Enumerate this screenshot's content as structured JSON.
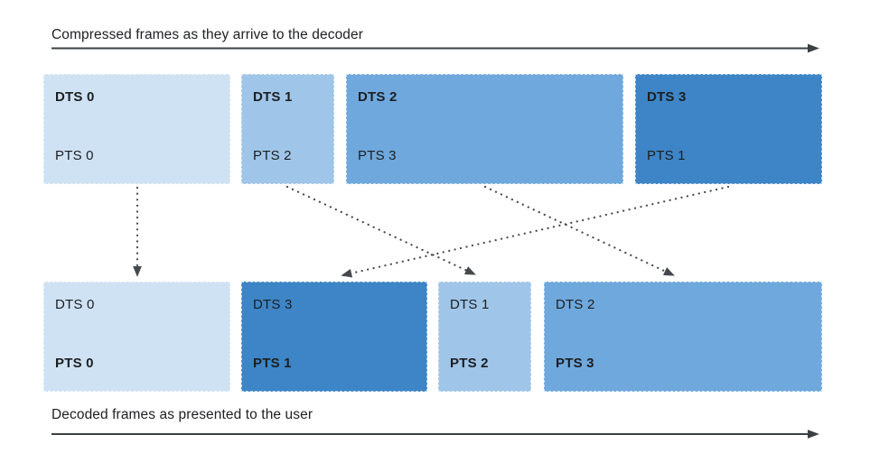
{
  "diagram": {
    "top_axis": {
      "label": "Compressed frames as they arrive to the decoder"
    },
    "bottom_axis": {
      "label": "Decoded frames as presented to the user"
    },
    "top_row": {
      "frames": [
        {
          "dts": "DTS 0",
          "pts": "PTS 0",
          "color": "#cfe2f3"
        },
        {
          "dts": "DTS 1",
          "pts": "PTS 2",
          "color": "#9fc5e8"
        },
        {
          "dts": "DTS 2",
          "pts": "PTS 3",
          "color": "#6fa8dc"
        },
        {
          "dts": "DTS 3",
          "pts": "PTS 1",
          "color": "#3d85c6"
        }
      ]
    },
    "bottom_row": {
      "frames": [
        {
          "dts": "DTS 0",
          "pts": "PTS 0",
          "color": "#cfe2f3"
        },
        {
          "dts": "DTS 3",
          "pts": "PTS 1",
          "color": "#3d85c6"
        },
        {
          "dts": "DTS 1",
          "pts": "PTS 2",
          "color": "#9fc5e8"
        },
        {
          "dts": "DTS 2",
          "pts": "PTS 3",
          "color": "#6fa8dc"
        }
      ]
    },
    "colors": {
      "axis_arrow": "#3c4043",
      "connector_arrow": "#45484d",
      "text": "#1c1e21",
      "frame_palette": [
        "#cfe2f3",
        "#9fc5e8",
        "#6fa8dc",
        "#3d85c6"
      ]
    }
  }
}
